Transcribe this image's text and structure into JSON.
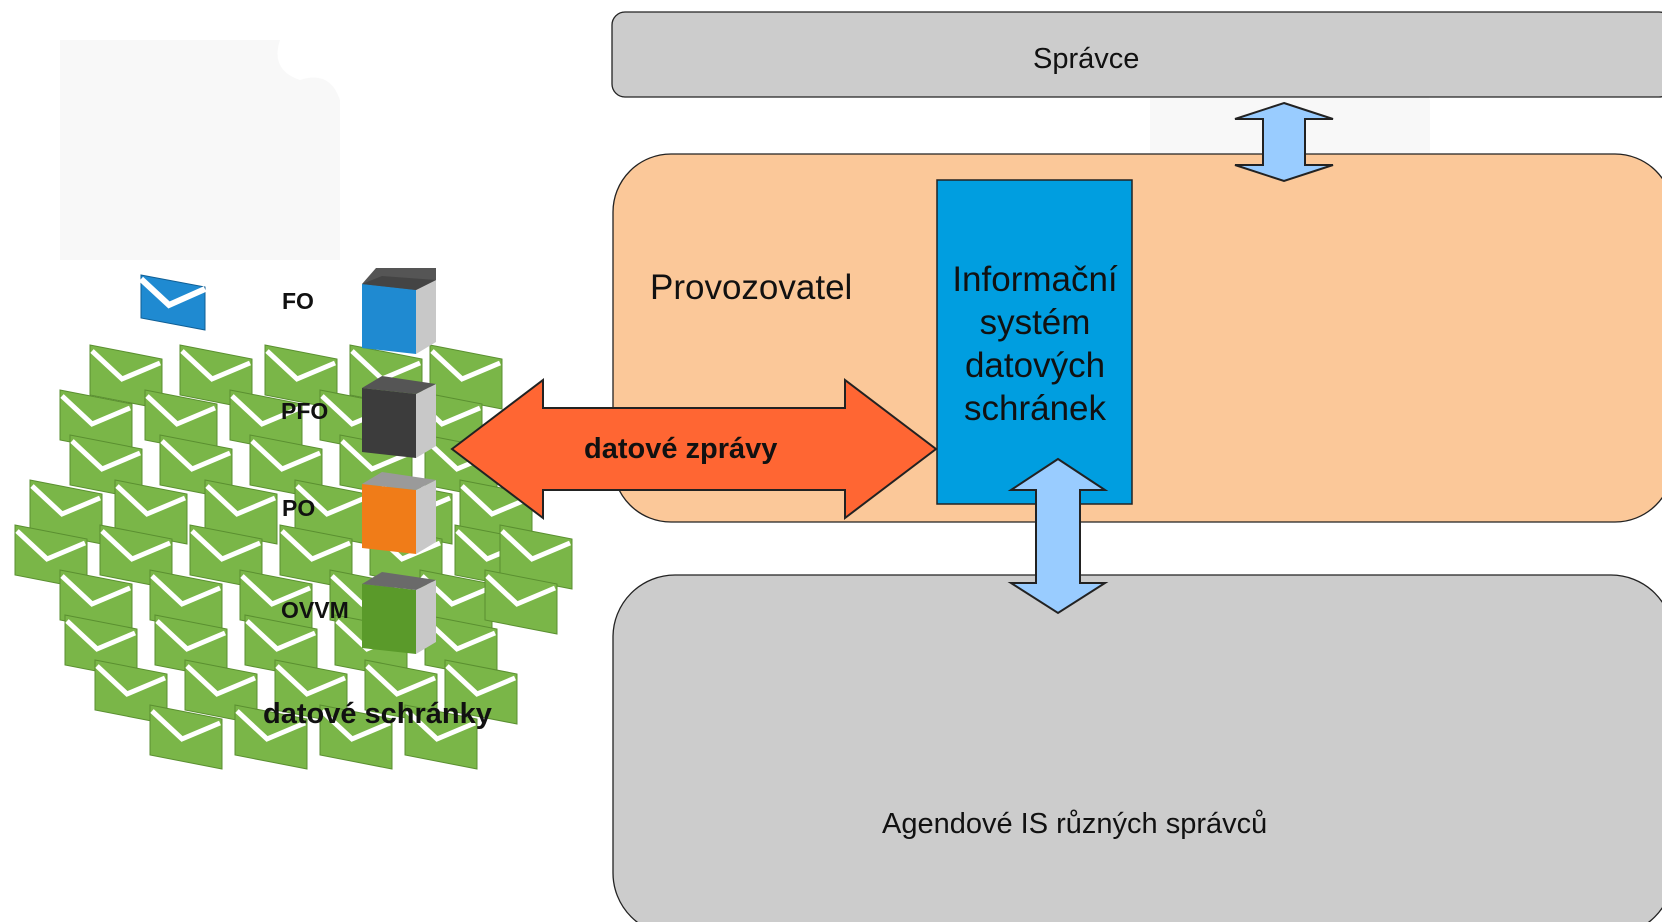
{
  "diagram": {
    "spravce": "Správce",
    "provozovatel": "Provozovatel",
    "isds": "Informační systém datových schránek",
    "agenda": "Agendové IS různých správců",
    "data_messages": "datové zprávy",
    "mailboxes": {
      "fo": "FO",
      "pfo": "PFO",
      "po": "PO",
      "ovvm": "OVVM",
      "caption": "datové schránky"
    }
  },
  "colors": {
    "spravce_box": "#cccccc",
    "provozovatel_box": "#fbc899",
    "isds_box": "#009ee0",
    "agenda_box": "#cccccc",
    "data_messages_arrow": "#ff6633",
    "link_arrow": "#99ccff",
    "envelope_green": "#7ab648",
    "cube_fo": "#1f8ad1",
    "cube_pfo": "#3c3c3c",
    "cube_po": "#f07c18",
    "cube_ovvm": "#5a9a2a"
  }
}
